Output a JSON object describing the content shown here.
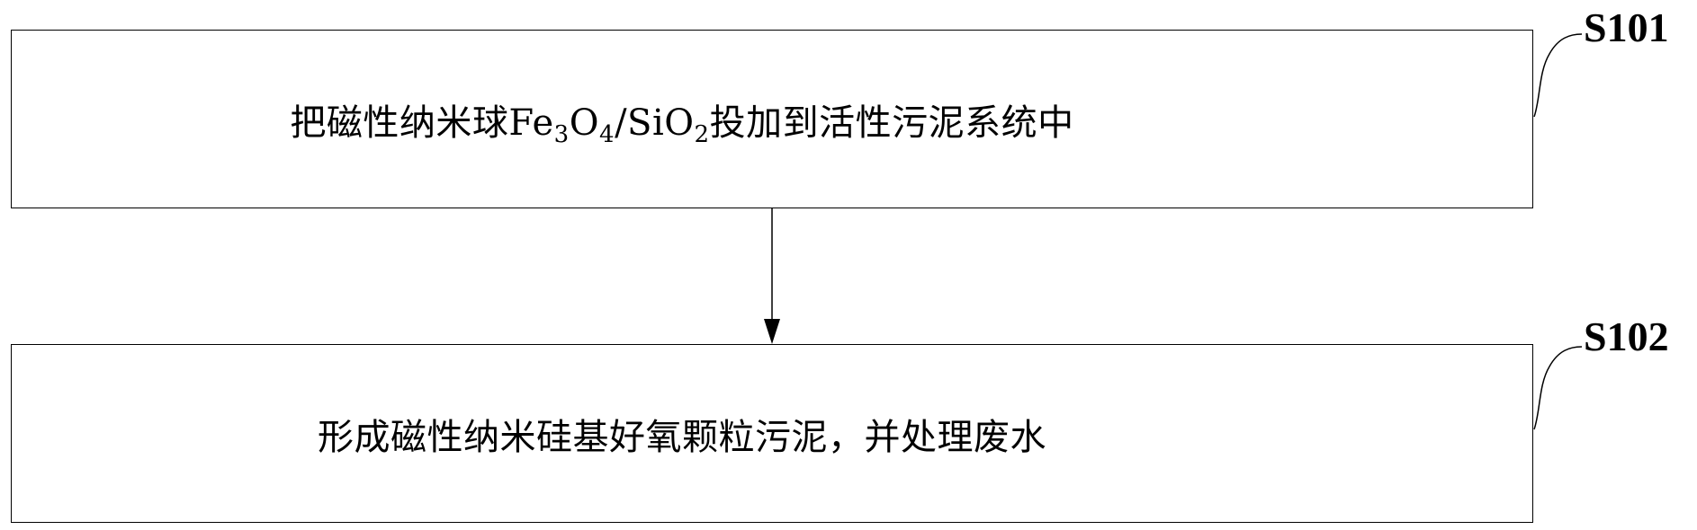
{
  "steps": [
    {
      "id": "S101",
      "text_parts": [
        "把磁性纳米球Fe",
        "3",
        "O",
        "4",
        "/SiO",
        "2",
        "投加到活性污泥系统中"
      ]
    },
    {
      "id": "S102",
      "text": "形成磁性纳米硅基好氧颗粒污泥，并处理废水"
    }
  ],
  "colors": {
    "line": "#000000",
    "background": "#ffffff"
  }
}
